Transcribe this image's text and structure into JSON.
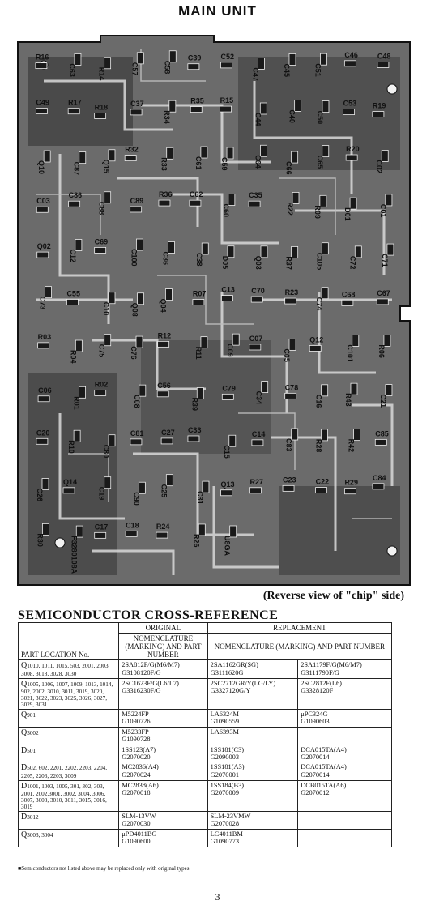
{
  "title": "MAIN UNIT",
  "board": {
    "labels": [
      [
        "R16"
      ],
      [
        "C63"
      ],
      [
        "R14"
      ],
      [
        "C57"
      ],
      [
        "C58"
      ],
      [
        "C39"
      ],
      [
        "C52"
      ],
      [
        "C47"
      ],
      [
        "C45"
      ],
      [
        "C51"
      ],
      [
        "C46"
      ],
      [
        "C48"
      ],
      [
        "C49"
      ],
      [
        "R17"
      ],
      [
        "R18"
      ],
      [
        "C37"
      ],
      [
        "R34"
      ],
      [
        "R35"
      ],
      [
        "R15"
      ],
      [
        "C44"
      ],
      [
        "C40"
      ],
      [
        "C50"
      ],
      [
        "C53"
      ],
      [
        "R19"
      ],
      [
        "Q10"
      ],
      [
        "C87"
      ],
      [
        "Q15"
      ],
      [
        "R32"
      ],
      [
        "R33"
      ],
      [
        "C61"
      ],
      [
        "C59"
      ],
      [
        "C64"
      ],
      [
        "C66"
      ],
      [
        "C65"
      ],
      [
        "R20"
      ],
      [
        "C02"
      ],
      [
        "C03"
      ],
      [
        "C86"
      ],
      [
        "C88"
      ],
      [
        "C89"
      ],
      [
        "R36"
      ],
      [
        "C62"
      ],
      [
        "C60"
      ],
      [
        "C35"
      ],
      [
        "R22"
      ],
      [
        "R09"
      ],
      [
        "D01"
      ],
      [
        "C01"
      ],
      [
        "Q02"
      ],
      [
        "C12"
      ],
      [
        "C69"
      ],
      [
        "C100"
      ],
      [
        "C36"
      ],
      [
        "C38"
      ],
      [
        "D05"
      ],
      [
        "Q03"
      ],
      [
        "R37"
      ],
      [
        "C105"
      ],
      [
        "C72"
      ],
      [
        "C71"
      ],
      [
        "C73"
      ],
      [
        "C55"
      ],
      [
        "C10"
      ],
      [
        "Q08"
      ],
      [
        "Q04"
      ],
      [
        "R07"
      ],
      [
        "C13"
      ],
      [
        "C70"
      ],
      [
        "R23"
      ],
      [
        "C74"
      ],
      [
        "C68"
      ],
      [
        "C67"
      ],
      [
        "R03"
      ],
      [
        "R04"
      ],
      [
        "C75"
      ],
      [
        "C76"
      ],
      [
        "R12"
      ],
      [
        "R11"
      ],
      [
        "C09"
      ],
      [
        "C07"
      ],
      [
        "C05"
      ],
      [
        "Q12"
      ],
      [
        "C101"
      ],
      [
        "R06"
      ],
      [
        "C06"
      ],
      [
        "R01"
      ],
      [
        "R02"
      ],
      [
        "C08"
      ],
      [
        "C56"
      ],
      [
        "R39"
      ],
      [
        "C79"
      ],
      [
        "C34"
      ],
      [
        "C78"
      ],
      [
        "C16"
      ],
      [
        "R43"
      ],
      [
        "C21"
      ],
      [
        "C20"
      ],
      [
        "R10"
      ],
      [
        "C80"
      ],
      [
        "C81"
      ],
      [
        "C27"
      ],
      [
        "C33"
      ],
      [
        "C15"
      ],
      [
        "C14"
      ],
      [
        "C83"
      ],
      [
        "R28"
      ],
      [
        "R42"
      ],
      [
        "C85"
      ],
      [
        "C26"
      ],
      [
        "Q14"
      ],
      [
        "C19"
      ],
      [
        "C90"
      ],
      [
        "C25"
      ],
      [
        "C31"
      ],
      [
        "Q13"
      ],
      [
        "R27"
      ],
      [
        "C23"
      ],
      [
        "C22"
      ],
      [
        "R29"
      ],
      [
        "C84"
      ],
      [
        "R30"
      ],
      [
        "F3280108A"
      ],
      [
        "C17"
      ],
      [
        "C18"
      ],
      [
        "R24"
      ],
      [
        "R26"
      ],
      [
        "U8GA"
      ]
    ]
  },
  "caption": "(Reverse view of \"chip\" side)",
  "xref": {
    "title": "SEMICONDUCTOR CROSS-REFERENCE",
    "header": {
      "part": "PART LOCATION No.",
      "original": "ORIGINAL",
      "original_sub": "NOMENCLATURE (MARKING) AND PART NUMBER",
      "replacement": "REPLACEMENT",
      "replacement_sub": "NOMENCLATURE (MARKING) AND PART NUMBER"
    },
    "rows": [
      {
        "lead": "Q",
        "part": "1010, 1011, 1015, 503, 2001, 2003, 3008, 3018, 3028, 3030",
        "orig": "2SA812F/G(M6/M7)",
        "orig_no": "G3108120F/G",
        "rep1": "2SA1162GR(SG)",
        "rep1_no": "G3111620G",
        "rep2": "2SA1179F/G(M6/M7)",
        "rep2_no": "G3111790F/G"
      },
      {
        "lead": "Q",
        "part": "1005, 1006, 1007, 1009, 1013, 1014, 902, 2002, 3010, 3011, 3019, 3020, 3021, 3022, 3023, 3025, 3026, 3027, 3029, 3031",
        "orig": "2SC1623F/G(L6/L7)",
        "orig_no": "G3316230F/G",
        "rep1": "2SC2712GR/Y(LG/LY)",
        "rep1_no": "G3327120G/Y",
        "rep2": "2SC2812F(L6)",
        "rep2_no": "G3328120F"
      },
      {
        "lead": "Q",
        "part": "901",
        "orig": "M5224FP",
        "orig_no": "G1090726",
        "rep1": "LA6324M",
        "rep1_no": "G1090559",
        "rep2": "μPC324G",
        "rep2_no": "G1090603"
      },
      {
        "lead": "Q",
        "part": "3002",
        "orig": "M5233FP",
        "orig_no": "G1090728",
        "rep1": "LA6393M",
        "rep1_no": "—",
        "rep2": "",
        "rep2_no": ""
      },
      {
        "lead": "D",
        "part": "501",
        "orig": "1SS123(A7)",
        "orig_no": "G2070020",
        "rep1": "1SS181(C3)",
        "rep1_no": "G2090003",
        "rep2": "DCA015TA(A4)",
        "rep2_no": "G2070014"
      },
      {
        "lead": "D",
        "part": "502, 602, 2201, 2202, 2203, 2204, 2205, 2206, 2203, 3009",
        "orig": "MC2836(A4)",
        "orig_no": "G2070024",
        "rep1": "1SS181(A3)",
        "rep1_no": "G2070001",
        "rep2": "DCA015TA(A4)",
        "rep2_no": "G2070014"
      },
      {
        "lead": "D",
        "part": "1001, 1003, 1005, 301, 302, 303, 2001, 2002,3001, 3002, 3004, 3006, 3007, 3008, 3010, 3011, 3015, 3016, 3019",
        "orig": "MC2838(A6)",
        "orig_no": "G2070018",
        "rep1": "1SS184(B3)",
        "rep1_no": "G2070009",
        "rep2": "DCB015TA(A6)",
        "rep2_no": "G2070012"
      },
      {
        "lead": "D",
        "part": "3012",
        "orig": "SLM-13VW",
        "orig_no": "G2070030",
        "rep1": "SLM-23VMW",
        "rep1_no": "G2070028",
        "rep2": "",
        "rep2_no": ""
      },
      {
        "lead": "Q",
        "part": "3003, 3004",
        "orig": "μPD4011BG",
        "orig_no": "G1090600",
        "rep1": "LC4011BM",
        "rep1_no": "G1090773",
        "rep2": "",
        "rep2_no": ""
      }
    ]
  },
  "note": "■Semiconductors not listed above may be replaced only with original types.",
  "page_number": "–3–"
}
